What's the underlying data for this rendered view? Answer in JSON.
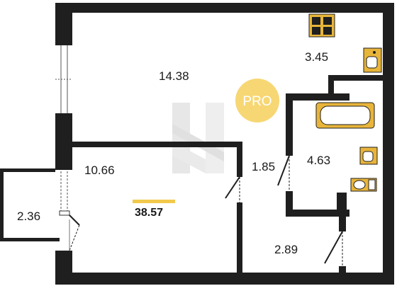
{
  "plan": {
    "total_area": "38.57",
    "badge": "PRO",
    "accent_color": "#f2c94c",
    "fixture_color": "#e8b53a",
    "wall_color": "#1f1f1f",
    "rooms": [
      {
        "id": "living",
        "label": "14.38"
      },
      {
        "id": "kitchen",
        "label": "3.45"
      },
      {
        "id": "bedroom",
        "label": "10.66"
      },
      {
        "id": "corridor",
        "label": "1.85"
      },
      {
        "id": "bathroom",
        "label": "4.63"
      },
      {
        "id": "balcony",
        "label": "2.36"
      },
      {
        "id": "hall",
        "label": "2.89"
      }
    ],
    "fixtures": [
      "stove-icon",
      "sink-icon",
      "bathtub-icon",
      "washbasin-icon",
      "toilet-icon"
    ],
    "watermark": "logo-watermark"
  }
}
